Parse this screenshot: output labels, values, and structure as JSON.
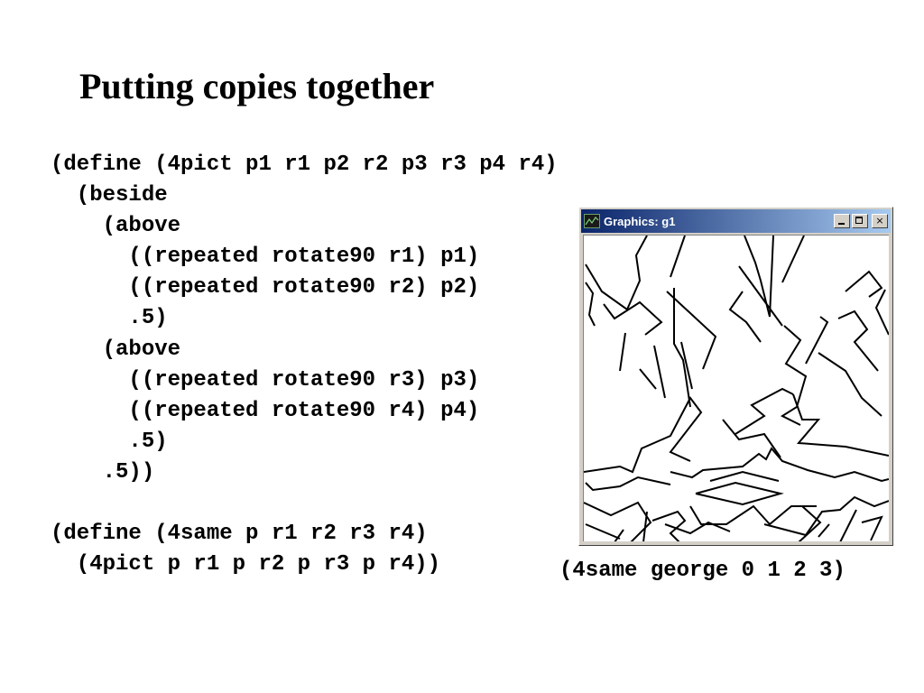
{
  "slide": {
    "title": "Putting copies together",
    "code_lines": [
      "(define (4pict p1 r1 p2 r2 p3 r3 p4 r4)",
      "  (beside",
      "    (above",
      "      ((repeated rotate90 r1) p1)",
      "      ((repeated rotate90 r2) p2)",
      "      .5)",
      "    (above",
      "      ((repeated rotate90 r3) p3)",
      "      ((repeated rotate90 r4) p4)",
      "      .5)",
      "    .5))",
      "",
      "(define (4same p r1 r2 r3 r4)",
      "  (4pict p r1 p r2 p r3 p r4))"
    ],
    "caption": "(4same george 0 1 2 3)"
  },
  "window": {
    "title": "Graphics: g1",
    "app_icon": "graph-app-icon",
    "controls": [
      "minimize-icon",
      "maximize-icon",
      "close-icon"
    ],
    "close_glyph": "×",
    "titlebar_color": "#0a246a"
  }
}
